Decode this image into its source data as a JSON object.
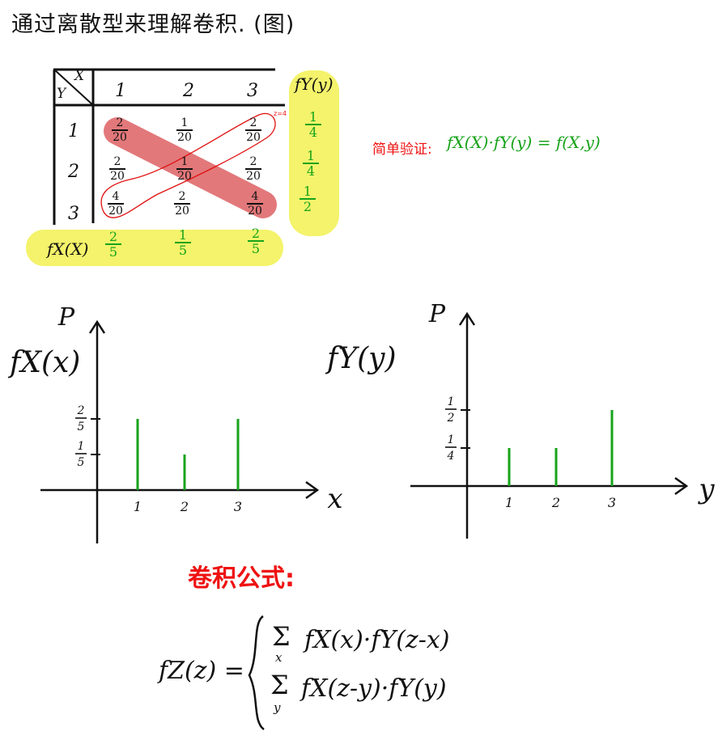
{
  "title": "通过离散型来理解卷积. (图)",
  "table": {
    "corner_x": "X",
    "corner_y": "Y",
    "x_headers": [
      "1",
      "2",
      "3"
    ],
    "y_headers": [
      "1",
      "2",
      "3"
    ],
    "cells": [
      [
        {
          "num": "2",
          "den": "20"
        },
        {
          "num": "1",
          "den": "20"
        },
        {
          "num": "2",
          "den": "20"
        }
      ],
      [
        {
          "num": "2",
          "den": "20"
        },
        {
          "num": "1",
          "den": "20"
        },
        {
          "num": "2",
          "den": "20"
        }
      ],
      [
        {
          "num": "4",
          "den": "20"
        },
        {
          "num": "2",
          "den": "20"
        },
        {
          "num": "4",
          "den": "20"
        }
      ]
    ],
    "z_note": "z=4",
    "fy_header": "fY(y)",
    "fy_values": [
      {
        "num": "1",
        "den": "4"
      },
      {
        "num": "1",
        "den": "4"
      },
      {
        "num": "1",
        "den": "2"
      }
    ],
    "fx_label": "fX(X)",
    "fx_values": [
      {
        "num": "2",
        "den": "5"
      },
      {
        "num": "1",
        "den": "5"
      },
      {
        "num": "2",
        "den": "5"
      }
    ]
  },
  "verify": {
    "prefix": "简单验证:",
    "formula": "fX(X)·fY(y) = f(X,y)"
  },
  "chart_data": [
    {
      "type": "bar",
      "title": "fX(x)",
      "ylabel": "P",
      "xlabel": "x",
      "categories": [
        "1",
        "2",
        "3"
      ],
      "values": [
        0.4,
        0.2,
        0.4
      ],
      "yticks": [
        {
          "num": "1",
          "den": "5"
        },
        {
          "num": "2",
          "den": "5"
        }
      ],
      "color": "#17a31a"
    },
    {
      "type": "bar",
      "title": "fY(y)",
      "ylabel": "P",
      "xlabel": "y",
      "categories": [
        "1",
        "2",
        "3"
      ],
      "values": [
        0.25,
        0.25,
        0.5
      ],
      "yticks": [
        {
          "num": "1",
          "den": "4"
        },
        {
          "num": "1",
          "den": "2"
        }
      ],
      "color": "#17a31a"
    }
  ],
  "convolution": {
    "heading": "卷积公式:",
    "lhs": "fZ(z) =",
    "line1_sum_index": "x",
    "line1": "fX(x)·fY(z-x)",
    "line2_sum_index": "y",
    "line2": "fX(z-y)·fY(y)"
  },
  "colors": {
    "highlight": "#f4f36b",
    "band": "#e2787a",
    "loop": "#e01010",
    "green": "#17a31a",
    "red": "#ee1111"
  }
}
